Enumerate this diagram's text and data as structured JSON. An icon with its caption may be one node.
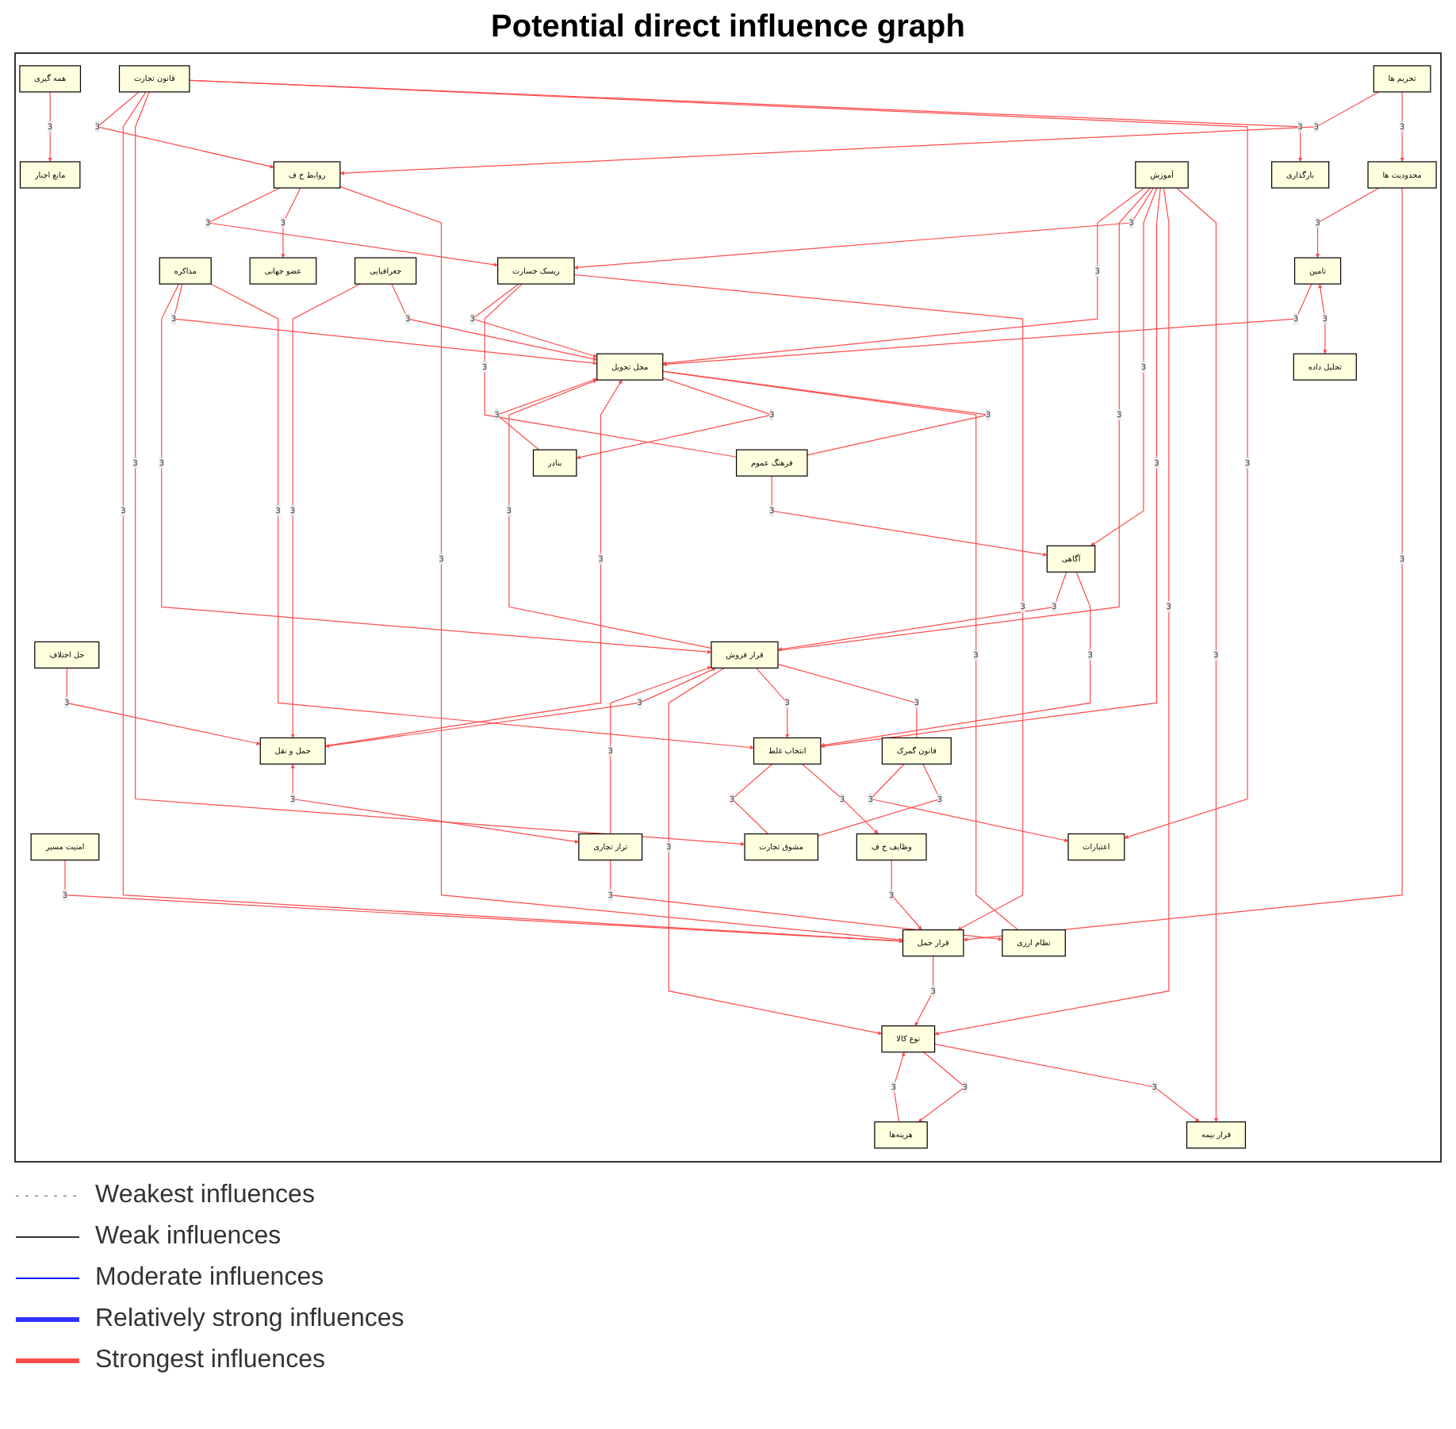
{
  "diagram": {
    "title": "Potential direct influence graph",
    "nodes": [
      {
        "text": [
          "همه گیری"
        ]
      },
      {
        "text": [
          "محدودیت ها"
        ]
      },
      {
        "text": [
          "قرار حمل"
        ]
      },
      {
        "text": [
          "امنیت مسیر"
        ]
      },
      {
        "text": [
          "مانع اجبار"
        ]
      },
      {
        "text": [
          "عضو جهانی"
        ]
      },
      {
        "text": [
          "هزینه‌ها"
        ]
      },
      {
        "text": [
          "تامین"
        ]
      },
      {
        "text": [
          "تحلیل داده"
        ]
      },
      {
        "text": [
          "قرار بیمه"
        ]
      },
      {
        "text": [
          "نوع کالا"
        ]
      },
      {
        "text": [
          "بارگذاری"
        ]
      },
      {
        "text": [
          "روابط خ ف"
        ]
      },
      {
        "text": [
          "وظایف خ ف"
        ]
      },
      {
        "text": [
          "آموزش"
        ]
      },
      {
        "text": [
          "حل اختلاف"
        ]
      },
      {
        "text": [
          "تحریم ها"
        ]
      },
      {
        "text": [
          "انتخاب غلط"
        ]
      },
      {
        "text": [
          "مذاکره"
        ]
      },
      {
        "text": [
          "ریسک خسارت"
        ]
      },
      {
        "text": [
          "آگاهی"
        ]
      },
      {
        "text": [
          "محل تحویل"
        ]
      },
      {
        "text": [
          "قانون تجارت"
        ]
      },
      {
        "text": [
          "مشوق تجارت"
        ]
      },
      {
        "text": [
          "حمل و نقل"
        ]
      },
      {
        "text": [
          "فرهنگ عموم"
        ]
      },
      {
        "text": [
          "قانون گمرک"
        ]
      },
      {
        "text": [
          "اعتبارات"
        ]
      },
      {
        "text": [
          "جغرافیایی"
        ]
      },
      {
        "text": [
          "قرار فروش"
        ]
      },
      {
        "text": [
          "تراز تجاری"
        ]
      },
      {
        "text": [
          "نظام ارزی"
        ]
      },
      {
        "text": [
          "بنادر"
        ]
      }
    ],
    "edges": [
      {
        "from": 0,
        "to": 4,
        "arrow": "to",
        "label": "3"
      },
      {
        "from": 1,
        "to": 2,
        "arrow": "to",
        "label": "3"
      },
      {
        "from": 1,
        "to": 7,
        "arrow": "to",
        "label": "3"
      },
      {
        "from": 3,
        "to": 2,
        "arrow": "to",
        "label": "3"
      },
      {
        "from": 16,
        "to": 1,
        "arrow": "to",
        "label": "3"
      },
      {
        "from": 22,
        "to": 11,
        "arrow": "to",
        "label": "3"
      },
      {
        "from": 22,
        "to": 27,
        "arrow": "to",
        "label": "3"
      },
      {
        "from": 22,
        "to": 23,
        "arrow": "to",
        "label": "3"
      },
      {
        "from": 22,
        "to": 2,
        "arrow": "to",
        "label": "3"
      },
      {
        "from": 22,
        "to": 12,
        "arrow": "to",
        "label": "3"
      },
      {
        "from": 12,
        "to": 2,
        "arrow": "to",
        "label": "3"
      },
      {
        "from": 12,
        "to": 5,
        "arrow": "to",
        "label": "3"
      },
      {
        "from": 12,
        "to": 19,
        "arrow": "to",
        "label": "3"
      },
      {
        "from": 16,
        "to": 12,
        "arrow": "to",
        "label": "3"
      },
      {
        "from": 10,
        "to": 9,
        "arrow": "to",
        "label": "3"
      },
      {
        "from": 14,
        "to": 9,
        "arrow": "to",
        "label": "3"
      },
      {
        "from": 2,
        "to": 10,
        "arrow": "to",
        "label": "3"
      },
      {
        "from": 13,
        "to": 2,
        "arrow": "to",
        "label": "3"
      },
      {
        "from": 10,
        "to": 6,
        "arrow": "to",
        "label": "3"
      },
      {
        "from": 6,
        "to": 10,
        "arrow": "to",
        "label": "3"
      },
      {
        "from": 7,
        "to": 8,
        "arrow": "both",
        "label": "3"
      },
      {
        "from": 7,
        "to": 21,
        "arrow": "to",
        "label": "3"
      },
      {
        "from": 19,
        "to": 2,
        "arrow": "to",
        "label": "3"
      },
      {
        "from": 14,
        "to": 10,
        "arrow": "to",
        "label": "3"
      },
      {
        "from": 14,
        "to": 17,
        "arrow": "to",
        "label": "3"
      },
      {
        "from": 18,
        "to": 17,
        "arrow": "to",
        "label": "3"
      },
      {
        "from": 20,
        "to": 17,
        "arrow": "to",
        "label": "3"
      },
      {
        "from": 14,
        "to": 20,
        "arrow": "to",
        "label": "3"
      },
      {
        "from": 14,
        "to": 19,
        "arrow": "to",
        "label": "3"
      },
      {
        "from": 17,
        "to": 13,
        "arrow": "to",
        "label": "3"
      },
      {
        "from": 15,
        "to": 24,
        "arrow": "to",
        "label": "3"
      },
      {
        "from": 20,
        "to": 29,
        "arrow": "to",
        "label": "3"
      },
      {
        "from": 25,
        "to": 20,
        "arrow": "to",
        "label": "3"
      },
      {
        "from": 21,
        "to": 25,
        "arrow": "none",
        "label": "3"
      },
      {
        "from": 19,
        "to": 25,
        "arrow": "none",
        "label": "3"
      },
      {
        "from": 18,
        "to": 21,
        "arrow": "to",
        "label": "3"
      },
      {
        "from": 18,
        "to": 29,
        "arrow": "to",
        "label": "3"
      },
      {
        "from": 17,
        "to": 23,
        "arrow": "none",
        "label": "3"
      },
      {
        "from": 26,
        "to": 23,
        "arrow": "none",
        "label": "3"
      },
      {
        "from": 26,
        "to": 27,
        "arrow": "to",
        "label": "3"
      },
      {
        "from": 29,
        "to": 26,
        "arrow": "none",
        "label": "3"
      },
      {
        "from": 29,
        "to": 17,
        "arrow": "to",
        "label": "3"
      },
      {
        "from": 28,
        "to": 21,
        "arrow": "to",
        "label": "3"
      },
      {
        "from": 28,
        "to": 24,
        "arrow": "to",
        "label": "3"
      },
      {
        "from": 29,
        "to": 10,
        "arrow": "to",
        "label": "3"
      },
      {
        "from": 29,
        "to": 24,
        "arrow": "both",
        "label": "3"
      },
      {
        "from": 29,
        "to": 21,
        "arrow": "to",
        "label": "3"
      },
      {
        "from": 30,
        "to": 29,
        "arrow": "to",
        "label": "3"
      },
      {
        "from": 24,
        "to": 30,
        "arrow": "both",
        "label": "3"
      },
      {
        "from": 30,
        "to": 31,
        "arrow": "to",
        "label": "3"
      },
      {
        "from": 21,
        "to": 31,
        "arrow": "none",
        "label": "3"
      },
      {
        "from": 21,
        "to": 32,
        "arrow": "to",
        "label": "3"
      },
      {
        "from": 32,
        "to": 21,
        "arrow": "to",
        "label": "3"
      },
      {
        "from": 24,
        "to": 21,
        "arrow": "to",
        "label": "3"
      },
      {
        "from": 14,
        "to": 29,
        "arrow": "none",
        "label": "3"
      },
      {
        "from": 19,
        "to": 21,
        "arrow": "to",
        "label": "3"
      },
      {
        "from": 14,
        "to": 21,
        "arrow": "to",
        "label": "3"
      }
    ],
    "legend": [
      {
        "text": "Weakest influences"
      },
      {
        "text": "Weak influences"
      },
      {
        "text": "Moderate influences"
      },
      {
        "text": "Relatively strong influences"
      },
      {
        "text": "Strongest influences"
      }
    ]
  }
}
